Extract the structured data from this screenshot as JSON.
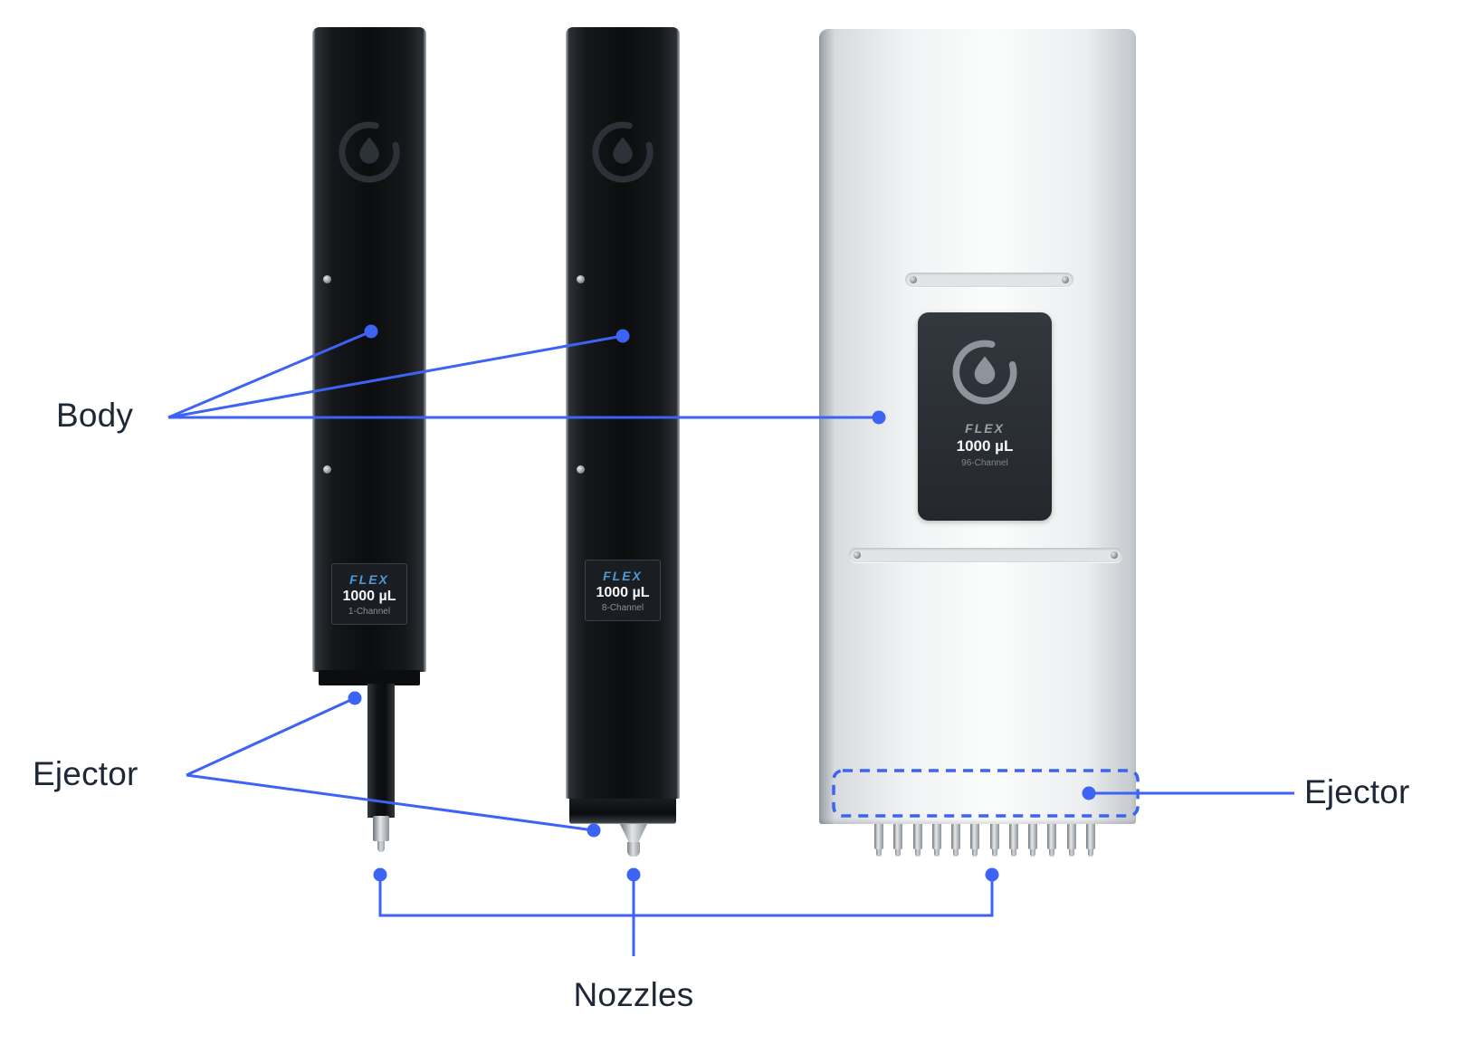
{
  "colors": {
    "accent": "#3d63f4",
    "label_text": "#1d2736",
    "flex_brand_blue": "#4f9ad6"
  },
  "annotations": {
    "body": "Body",
    "ejector_left": "Ejector",
    "ejector_right": "Ejector",
    "nozzles": "Nozzles"
  },
  "pipettes": {
    "single": {
      "brand": "FLEX",
      "volume": "1000 µL",
      "channels": "1-Channel"
    },
    "eight": {
      "brand": "FLEX",
      "volume": "1000 µL",
      "channels": "8-Channel"
    },
    "ninety_six": {
      "brand": "FLEX",
      "volume": "1000 µL",
      "channels": "96-Channel",
      "nozzle_count": 12
    }
  }
}
